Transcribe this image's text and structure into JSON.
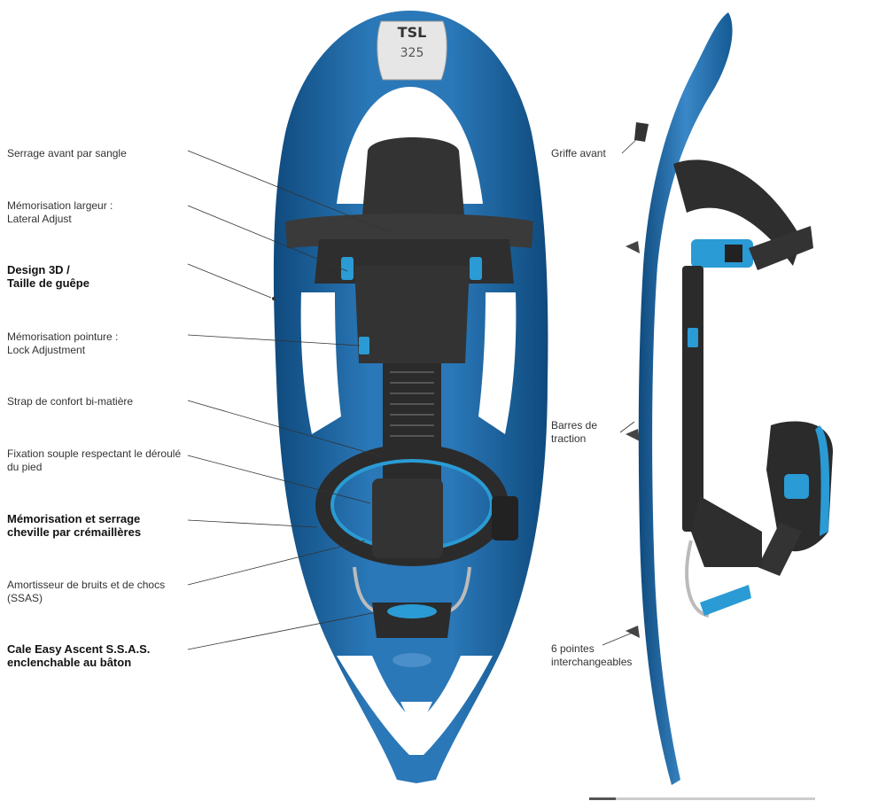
{
  "product": {
    "logo_text": "TSL",
    "model_text": "325",
    "blue": "#1f6aa5",
    "blue_dark": "#0f4a7d",
    "blue_light": "#4a8fc9",
    "binding_dark": "#2b2b2b",
    "accent_cyan": "#2a9bd4"
  },
  "left_labels": [
    {
      "line1": "Serrage avant par sangle",
      "line2": "",
      "bold": false
    },
    {
      "line1": "Mémorisation largeur :",
      "line2": "Lateral Adjust",
      "bold": false
    },
    {
      "line1": "Design 3D /",
      "line2": "Taille de guêpe",
      "bold": true
    },
    {
      "line1": "Mémorisation pointure :",
      "line2": "Lock Adjustment",
      "bold": false
    },
    {
      "line1": "Strap de confort bi-matière",
      "line2": "",
      "bold": false
    },
    {
      "line1": "Fixation souple respectant le déroulé",
      "line2": "du pied",
      "bold": false
    },
    {
      "line1": "Mémorisation et serrage",
      "line2": "cheville par crémaillères",
      "bold": true
    },
    {
      "line1": "Amortisseur de bruits et de chocs",
      "line2": "(SSAS)",
      "bold": false
    },
    {
      "line1": "Cale Easy Ascent S.S.A.S.",
      "line2": "enclenchable au bâton",
      "bold": true
    }
  ],
  "right_labels": [
    {
      "line1": "Griffe avant",
      "line2": ""
    },
    {
      "line1": "Barres de",
      "line2": "traction"
    },
    {
      "line1": "6 pointes",
      "line2": "interchangeables"
    }
  ]
}
